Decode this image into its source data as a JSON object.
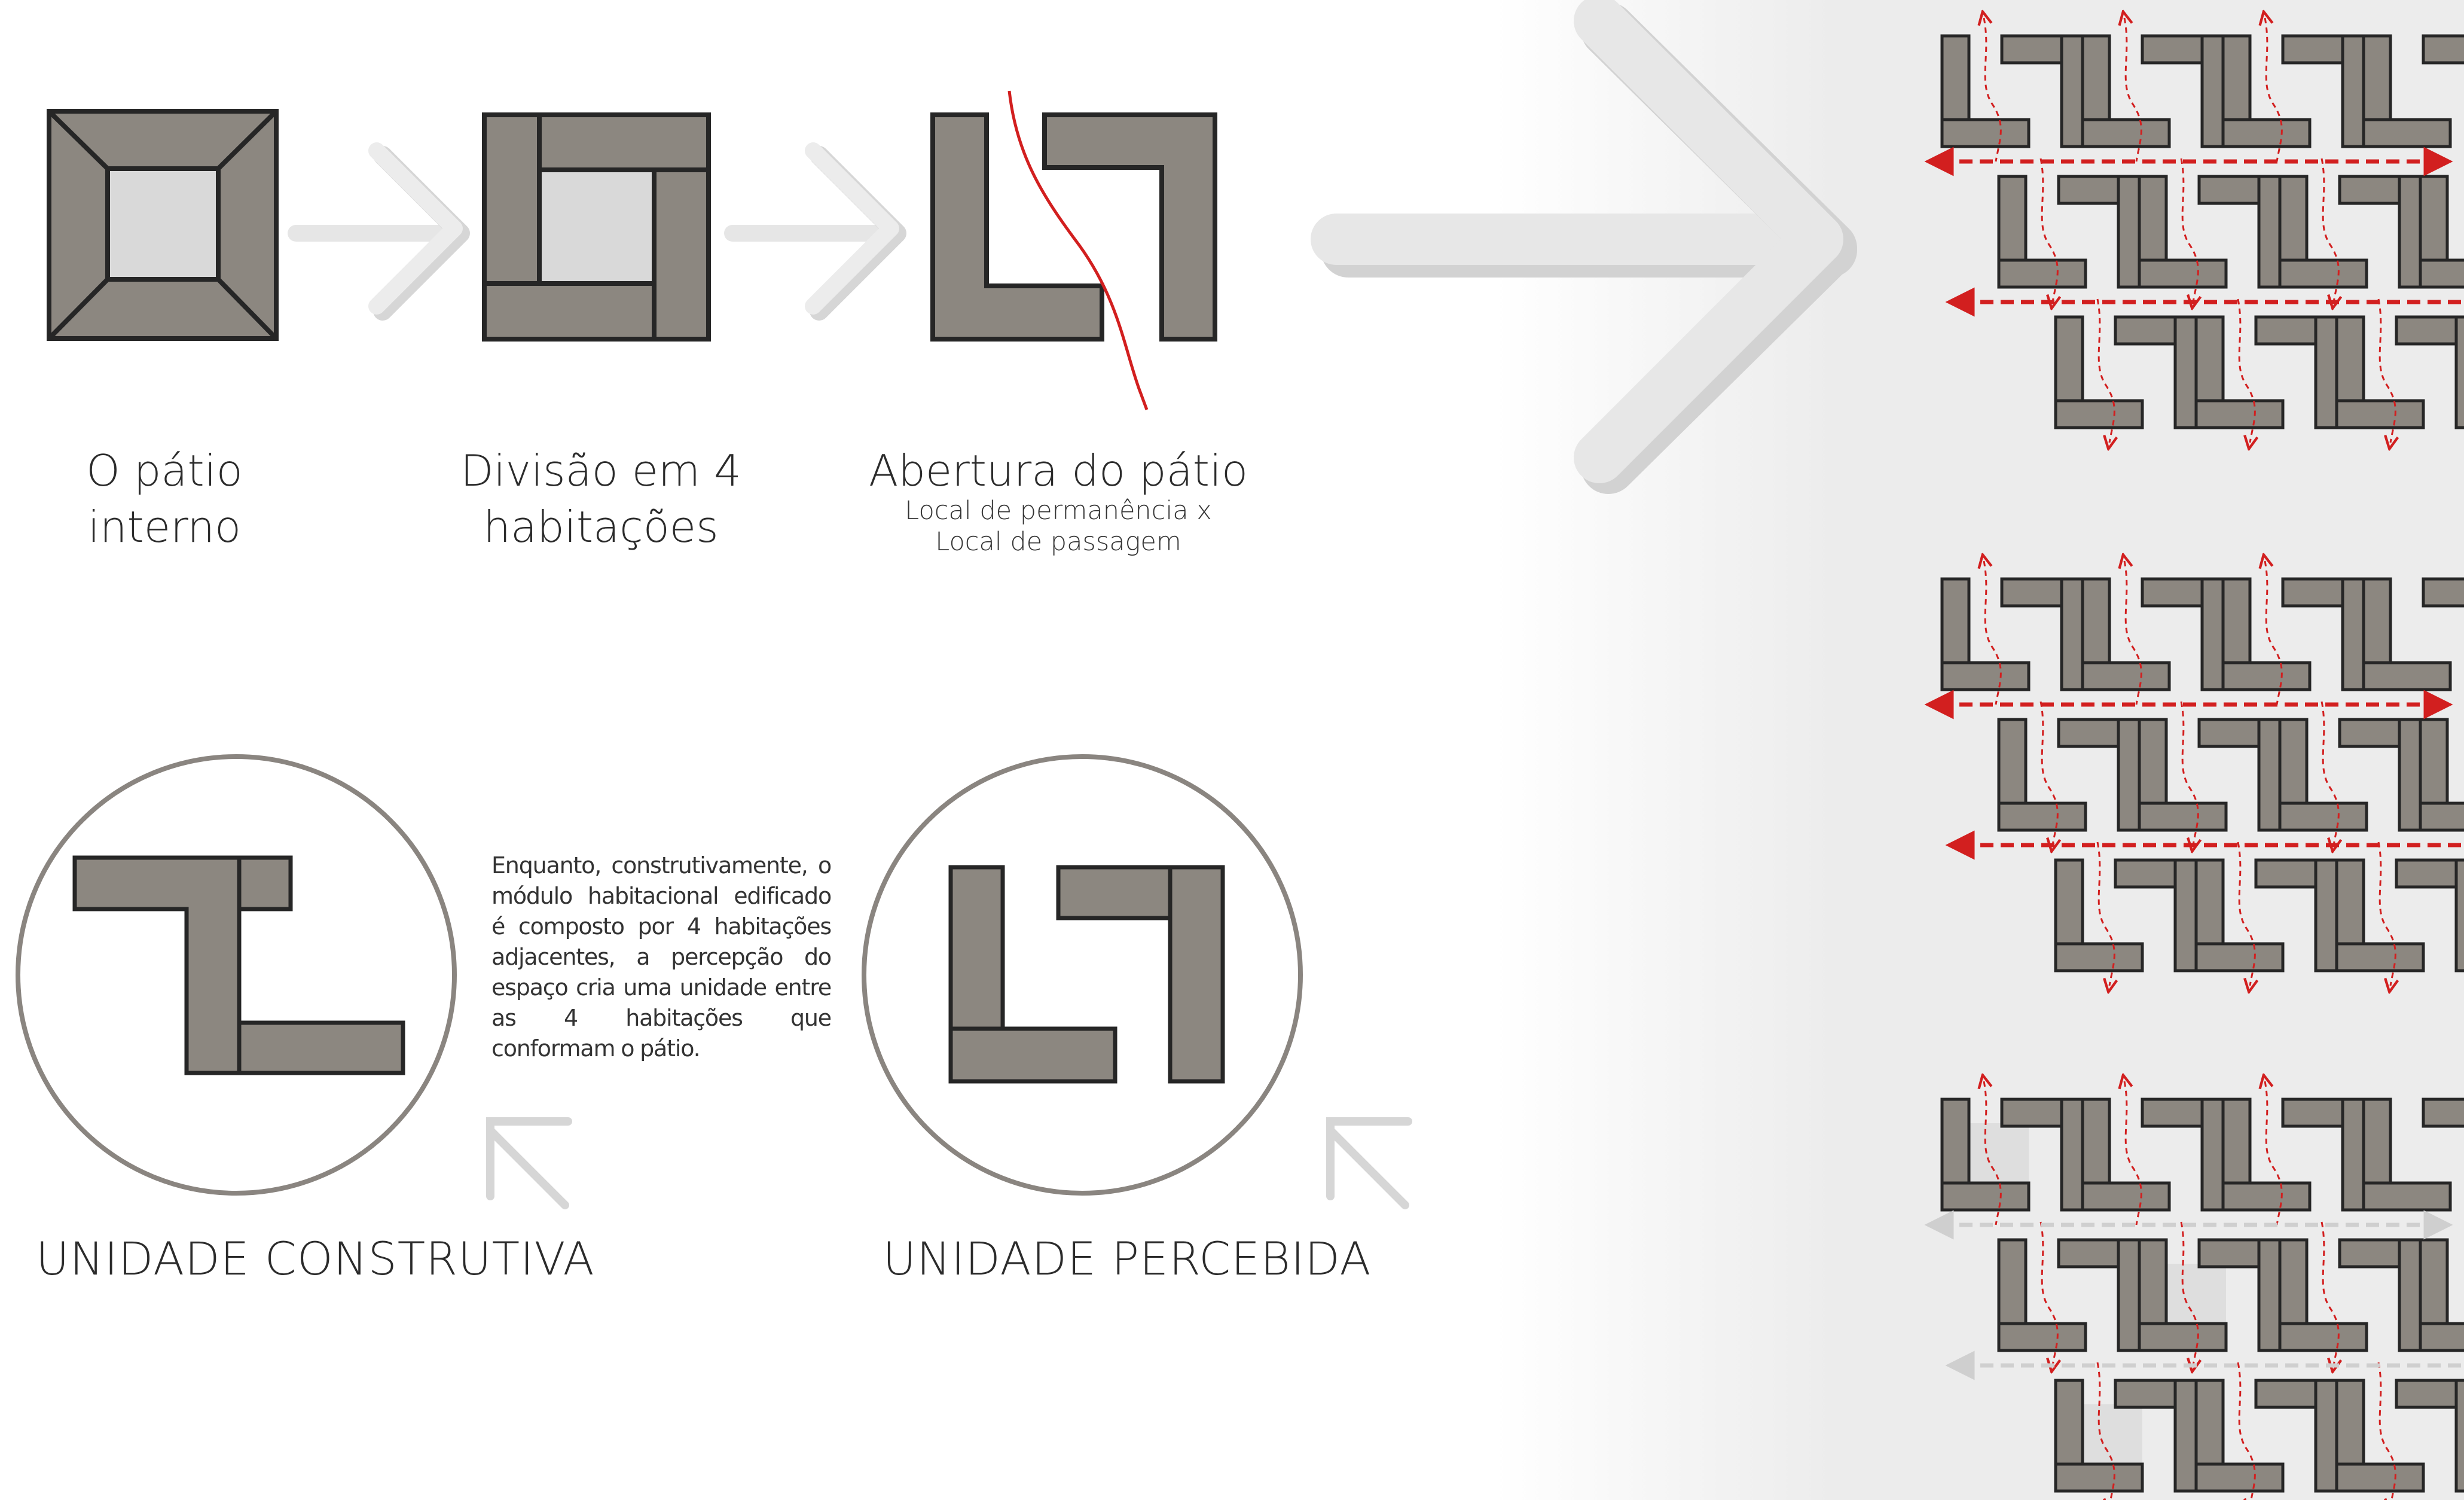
{
  "labels": {
    "step1_line1": "O pátio",
    "step1_line2": "interno",
    "step2_line1": "Divisão em 4",
    "step2_line2": "habitações",
    "step3_title": "Abertura do pátio",
    "step3_sub1": "Local de permanência x",
    "step3_sub2": "Local de passagem",
    "unit_constructive": "UNIDADE CONSTRUTIVA",
    "unit_perceived": "UNIDADE PERCEBIDA"
  },
  "description": "Enquanto, construtivamente, o módulo habitacional edificado é composto por 4 habitações adjacentes, a percepção do espaço cria uma unidade entre as 4 habitações que conformam o pátio.",
  "colors": {
    "building_fill": "#8c8780",
    "outline": "#262626",
    "courtyard": "#d9d9d9",
    "circulation_red": "#d21f1f",
    "arrow_grey": "#e4e4e4",
    "panel_bg": "#ececec",
    "muted_dashes": "#cfcfcf"
  }
}
